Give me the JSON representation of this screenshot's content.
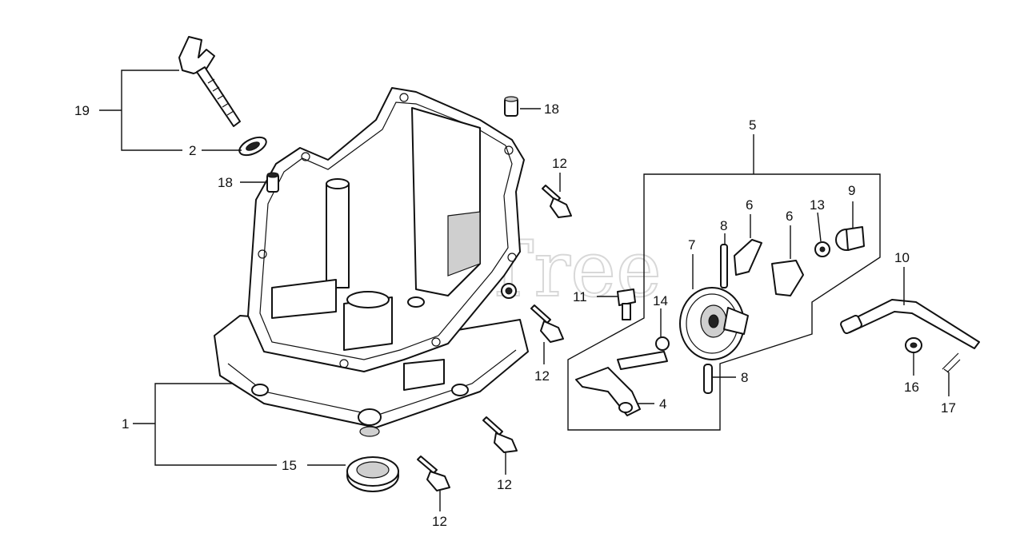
{
  "watermark": "PartsTree",
  "callouts": {
    "c1": "1",
    "c2": "2",
    "c4": "4",
    "c5": "5",
    "c6a": "6",
    "c6b": "6",
    "c7": "7",
    "c8a": "8",
    "c8b": "8",
    "c9": "9",
    "c10": "10",
    "c11": "11",
    "c12a": "12",
    "c12b": "12",
    "c12c": "12",
    "c12d": "12",
    "c13": "13",
    "c14": "14",
    "c15": "15",
    "c16": "16",
    "c17": "17",
    "c18a": "18",
    "c18b": "18",
    "c19": "19"
  }
}
